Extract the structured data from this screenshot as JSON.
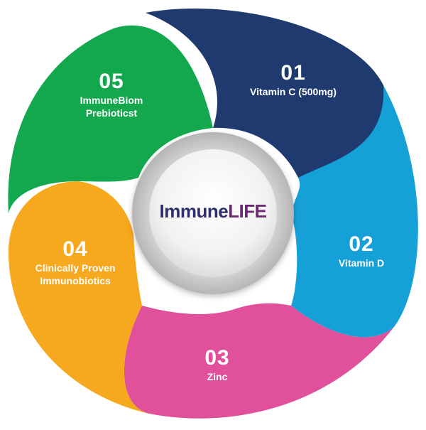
{
  "diagram": {
    "center": {
      "brand_part1": "Immune",
      "brand_part2": "LIFE",
      "brand_color_part1": "#2e2f6e",
      "brand_color_part2": "#6a2c70"
    },
    "segments": [
      {
        "number": "01",
        "line1": "Vitamin C (500mg)",
        "line2": "",
        "color": "#1f3a6e"
      },
      {
        "number": "02",
        "line1": "Vitamin D",
        "line2": "",
        "color": "#16a0d8"
      },
      {
        "number": "03",
        "line1": "Zinc",
        "line2": "",
        "color": "#e0509b"
      },
      {
        "number": "04",
        "line1": "Clinically Proven",
        "line2": "Immunobiotics",
        "color": "#f6a81e"
      },
      {
        "number": "05",
        "line1": "ImmuneBiom",
        "line2": "Prebioticst",
        "color": "#13a84e"
      }
    ]
  }
}
